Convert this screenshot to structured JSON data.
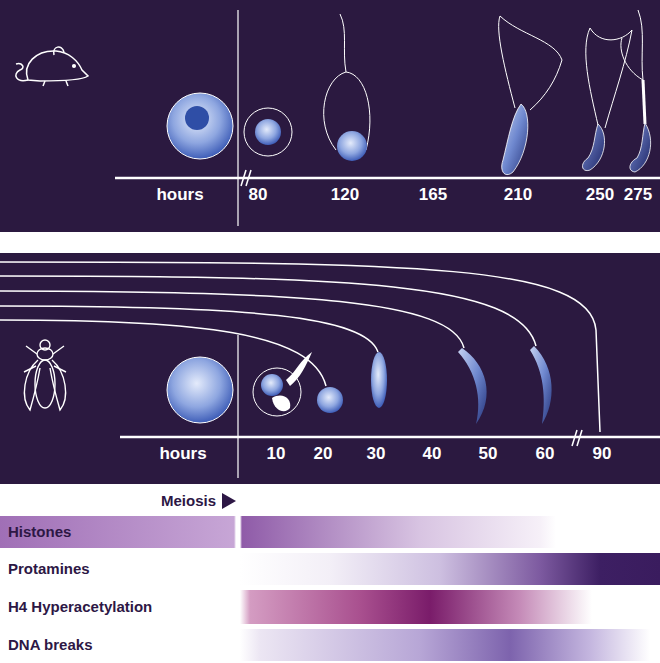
{
  "diagram": {
    "nodes": [
      {
        "text": [
          "Histones"
        ]
      },
      {
        "text": [
          "Protamines"
        ]
      },
      {
        "text": [
          "H4 Hyperacetylation"
        ]
      },
      {
        "text": [
          "DNA breaks"
        ]
      }
    ],
    "edges": [],
    "labels": [
      "hours",
      "80",
      "120",
      "165",
      "210",
      "250",
      "275",
      "hours",
      "10",
      "20",
      "30",
      "40",
      "50",
      "60",
      "90",
      "Meiosis"
    ]
  }
}
